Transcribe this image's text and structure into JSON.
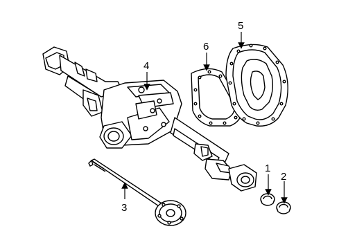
{
  "callouts": [
    {
      "id": "1",
      "label": "1"
    },
    {
      "id": "2",
      "label": "2"
    },
    {
      "id": "3",
      "label": "3"
    },
    {
      "id": "4",
      "label": "4"
    },
    {
      "id": "5",
      "label": "5"
    },
    {
      "id": "6",
      "label": "6"
    }
  ],
  "colors": {
    "line": "#000000",
    "fill": "#ffffff"
  }
}
